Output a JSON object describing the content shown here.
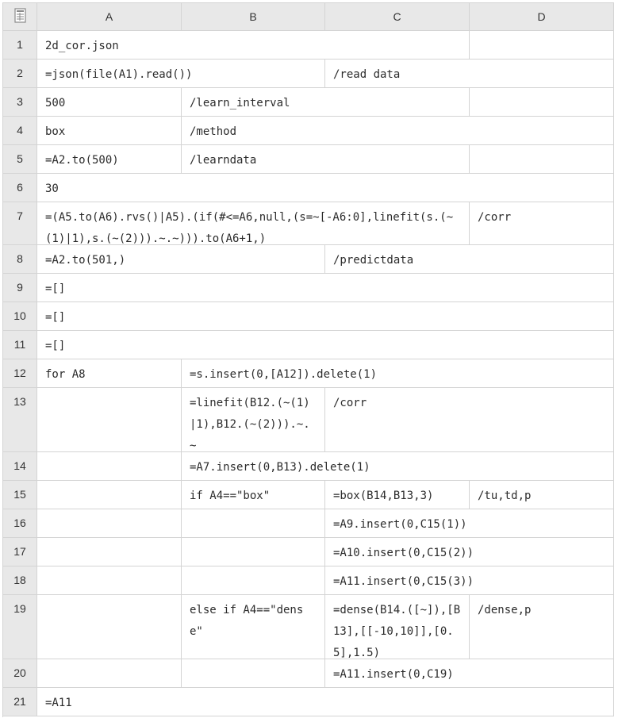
{
  "columns": [
    "A",
    "B",
    "C",
    "D"
  ],
  "rows": [
    {
      "n": "1",
      "cells": [
        {
          "col": "A",
          "span": 3,
          "text": "2d_cor.json"
        },
        {
          "col": "D",
          "span": 1,
          "text": ""
        }
      ]
    },
    {
      "n": "2",
      "cells": [
        {
          "col": "A",
          "span": 2,
          "text": "=json(file(A1).read())"
        },
        {
          "col": "C",
          "span": 2,
          "text": "/read data"
        }
      ]
    },
    {
      "n": "3",
      "cells": [
        {
          "col": "A",
          "span": 1,
          "text": "500"
        },
        {
          "col": "B",
          "span": 2,
          "text": "/learn_interval"
        },
        {
          "col": "D",
          "span": 1,
          "text": ""
        }
      ]
    },
    {
      "n": "4",
      "cells": [
        {
          "col": "A",
          "span": 1,
          "text": "box"
        },
        {
          "col": "B",
          "span": 3,
          "text": "/method"
        }
      ]
    },
    {
      "n": "5",
      "cells": [
        {
          "col": "A",
          "span": 1,
          "text": "=A2.to(500)"
        },
        {
          "col": "B",
          "span": 2,
          "text": "/learndata"
        },
        {
          "col": "D",
          "span": 1,
          "text": ""
        }
      ]
    },
    {
      "n": "6",
      "cells": [
        {
          "col": "A",
          "span": 4,
          "text": "30"
        }
      ]
    },
    {
      "n": "7",
      "cells": [
        {
          "col": "A",
          "span": 3,
          "text": "=(A5.to(A6).rvs()|A5).(if(#<=A6,null,(s=~[-A6:0],linefit(s.(~(1)|1),s.(~(2))).~.~))).to(A6+1,)"
        },
        {
          "col": "D",
          "span": 1,
          "text": "/corr"
        }
      ]
    },
    {
      "n": "8",
      "cells": [
        {
          "col": "A",
          "span": 2,
          "text": "=A2.to(501,)"
        },
        {
          "col": "C",
          "span": 2,
          "text": "/predictdata"
        }
      ]
    },
    {
      "n": "9",
      "cells": [
        {
          "col": "A",
          "span": 4,
          "text": "=[]"
        }
      ]
    },
    {
      "n": "10",
      "cells": [
        {
          "col": "A",
          "span": 4,
          "text": "=[]"
        }
      ]
    },
    {
      "n": "11",
      "cells": [
        {
          "col": "A",
          "span": 4,
          "text": "=[]"
        }
      ]
    },
    {
      "n": "12",
      "cells": [
        {
          "col": "A",
          "span": 1,
          "text": "for A8"
        },
        {
          "col": "B",
          "span": 3,
          "text": "=s.insert(0,[A12]).delete(1)"
        }
      ]
    },
    {
      "n": "13",
      "cells": [
        {
          "col": "A",
          "span": 1,
          "text": ""
        },
        {
          "col": "B",
          "span": 1,
          "text": "=linefit(B12.(~(1)|1),B12.(~(2))).~.~"
        },
        {
          "col": "C",
          "span": 2,
          "text": "/corr"
        }
      ]
    },
    {
      "n": "14",
      "cells": [
        {
          "col": "A",
          "span": 1,
          "text": ""
        },
        {
          "col": "B",
          "span": 3,
          "text": "=A7.insert(0,B13).delete(1)"
        }
      ]
    },
    {
      "n": "15",
      "cells": [
        {
          "col": "A",
          "span": 1,
          "text": ""
        },
        {
          "col": "B",
          "span": 1,
          "text": "if A4==\"box\""
        },
        {
          "col": "C",
          "span": 1,
          "text": "=box(B14,B13,3)"
        },
        {
          "col": "D",
          "span": 1,
          "text": "/tu,td,p"
        }
      ]
    },
    {
      "n": "16",
      "cells": [
        {
          "col": "A",
          "span": 1,
          "text": ""
        },
        {
          "col": "B",
          "span": 1,
          "text": ""
        },
        {
          "col": "C",
          "span": 2,
          "text": "=A9.insert(0,C15(1))"
        }
      ]
    },
    {
      "n": "17",
      "cells": [
        {
          "col": "A",
          "span": 1,
          "text": ""
        },
        {
          "col": "B",
          "span": 1,
          "text": ""
        },
        {
          "col": "C",
          "span": 2,
          "text": "=A10.insert(0,C15(2))"
        }
      ]
    },
    {
      "n": "18",
      "cells": [
        {
          "col": "A",
          "span": 1,
          "text": ""
        },
        {
          "col": "B",
          "span": 1,
          "text": ""
        },
        {
          "col": "C",
          "span": 2,
          "text": "=A11.insert(0,C15(3))"
        }
      ]
    },
    {
      "n": "19",
      "cells": [
        {
          "col": "A",
          "span": 1,
          "text": ""
        },
        {
          "col": "B",
          "span": 1,
          "text": "else if A4==\"dense\""
        },
        {
          "col": "C",
          "span": 1,
          "text": "=dense(B14.([~]),[B13],[[-10,10]],[0.5],1.5)"
        },
        {
          "col": "D",
          "span": 1,
          "text": "/dense,p"
        }
      ]
    },
    {
      "n": "20",
      "cells": [
        {
          "col": "A",
          "span": 1,
          "text": ""
        },
        {
          "col": "B",
          "span": 1,
          "text": ""
        },
        {
          "col": "C",
          "span": 2,
          "text": "=A11.insert(0,C19)"
        }
      ]
    },
    {
      "n": "21",
      "cells": [
        {
          "col": "A",
          "span": 4,
          "text": "=A11"
        }
      ]
    }
  ]
}
